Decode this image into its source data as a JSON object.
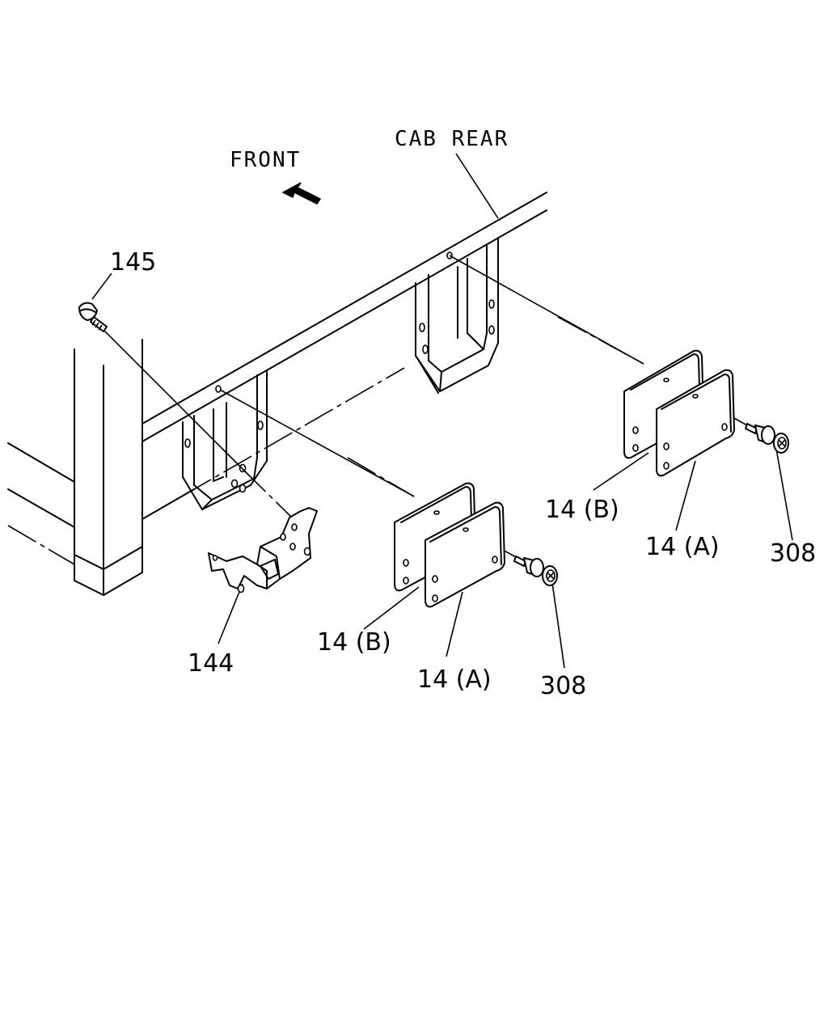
{
  "labels": {
    "front": "FRONT",
    "cab_rear": "CAB REAR",
    "part_145": "145",
    "part_144": "144",
    "part_14b_left": "14 (B)",
    "part_14a_left": "14 (A)",
    "part_308_left": "308",
    "part_14b_right": "14 (B)",
    "part_14a_right": "14 (A)",
    "part_308_right": "308"
  }
}
